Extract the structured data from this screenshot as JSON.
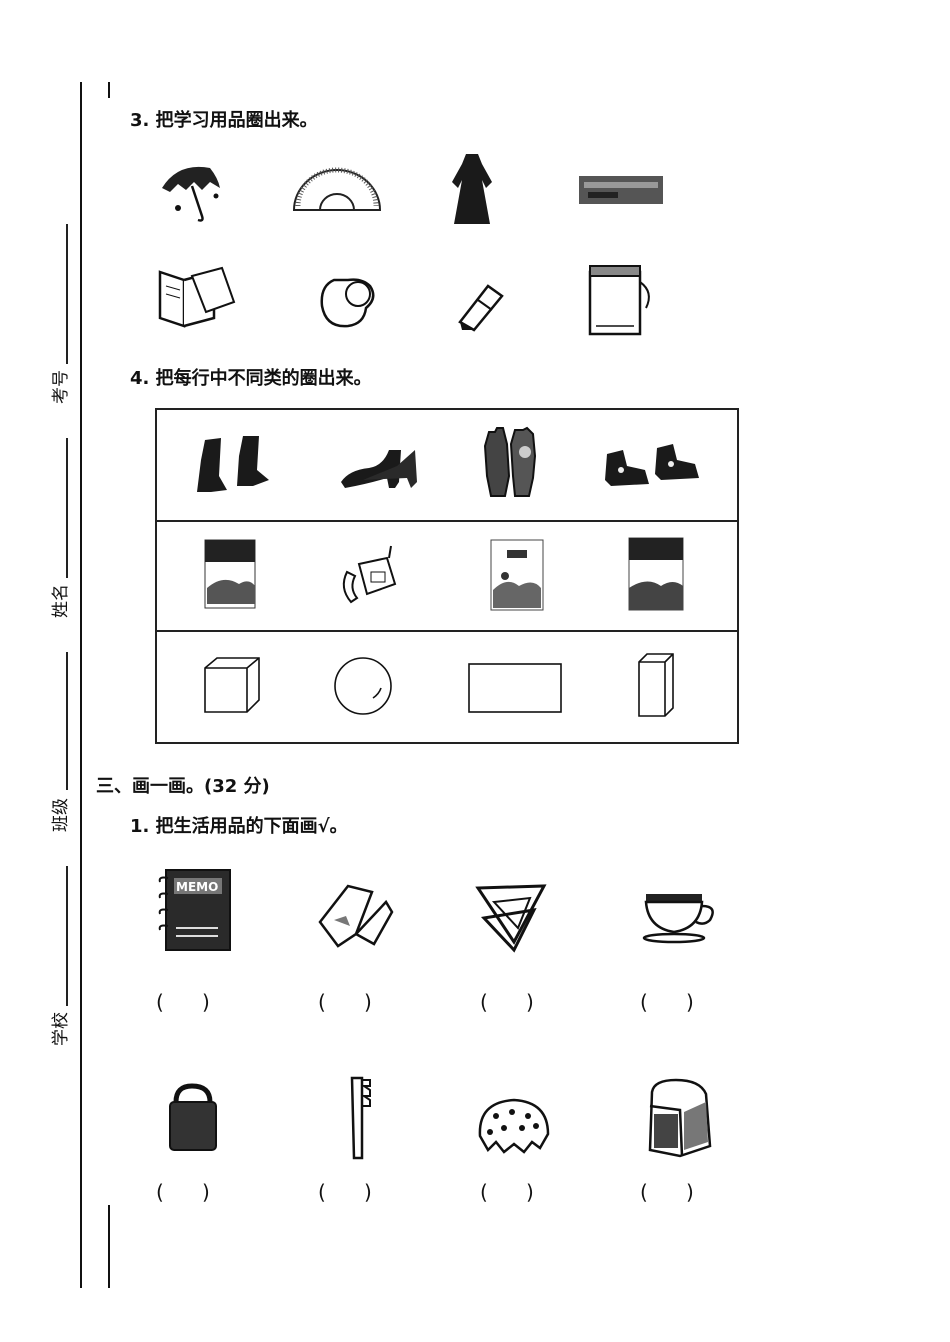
{
  "sidebar": {
    "labels": [
      "考号",
      "姓名",
      "班级",
      "学校"
    ]
  },
  "sections": {
    "q3": {
      "title": "3. 把学习用品圈出来。"
    },
    "q4": {
      "title": "4. 把每行中不同类的圈出来。"
    },
    "part3": {
      "title": "三、画一画。(32 分)"
    },
    "p3q1": {
      "title": "1. 把生活用品的下面画√。"
    }
  },
  "q3_items": [
    "umbrella-icon",
    "protractor-icon",
    "dress-icon",
    "ruler-icon",
    "notebook-icon",
    "glove-icon",
    "pencil-sharpener-icon",
    "washing-machine-icon"
  ],
  "q4_rows": [
    [
      "boot-icon",
      "high-heel-icon",
      "glove-icon",
      "shoes-icon"
    ],
    [
      "book-icon",
      "telephone-icon",
      "book-icon",
      "book-icon"
    ],
    [
      "cube-icon",
      "circle-icon",
      "rectangle-icon",
      "cuboid-icon"
    ]
  ],
  "p3q1_items": [
    "memo-notebook-icon",
    "towel-icon",
    "set-square-icon",
    "teacup-icon",
    "pencil-case-icon",
    "toothbrush-icon",
    "shower-cap-icon",
    "school-bag-icon"
  ],
  "answer_paren": "(      )"
}
